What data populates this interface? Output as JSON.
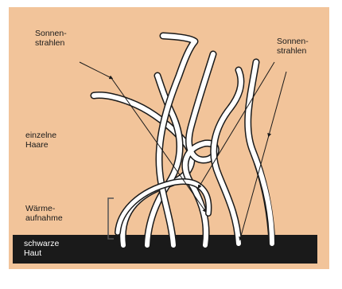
{
  "labels": {
    "sun_rays_left": "Sonnen-\nstrahlen",
    "sun_rays_right": "Sonnen-\nstrahlen",
    "single_hairs": "einzelne\nHaare",
    "heat_absorption": "Wärme-\naufnahme",
    "black_skin": "schwarze\nHaut"
  },
  "colors": {
    "background": "#f2c49a",
    "skin": "#1a1a1a",
    "hair_fill": "#ffffff",
    "hair_outline": "#1a1a1a",
    "ray": "#1a1a1a"
  }
}
